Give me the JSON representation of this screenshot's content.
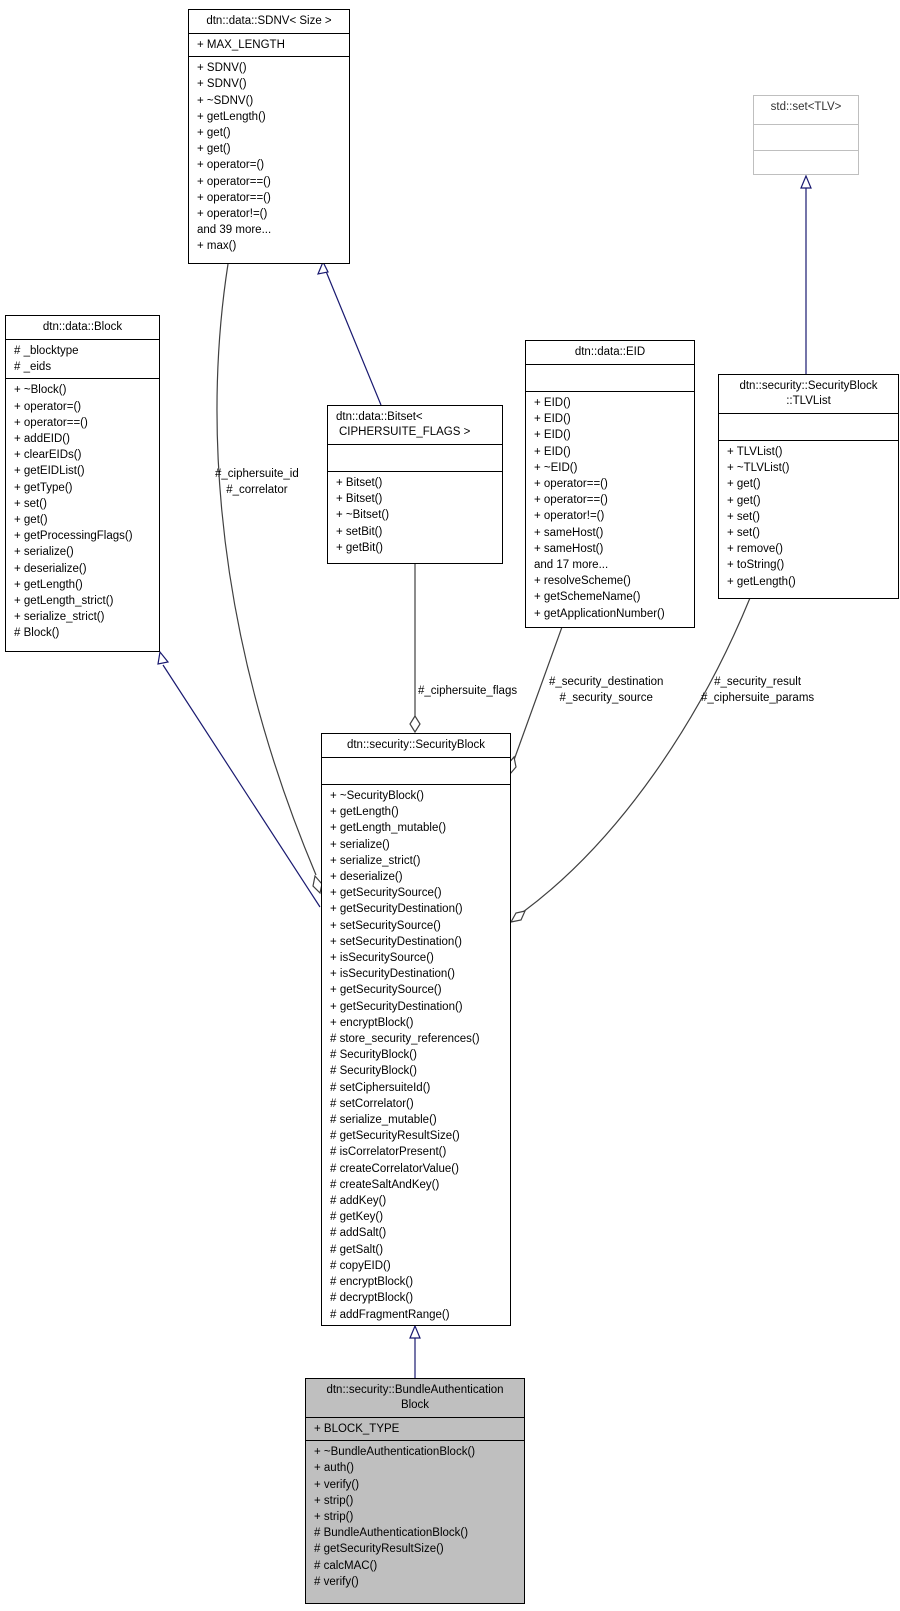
{
  "diagram": {
    "type": "uml-class-inheritance-collaboration",
    "colors": {
      "inheritance_edge": "#191970",
      "usage_edge": "#404040",
      "highlight_fill": "#bfbfbf",
      "external_border": "#bfbfbf"
    },
    "classes": {
      "sdnv": {
        "title": [
          "dtn::data::SDNV< Size >"
        ],
        "attributes": [
          "+ MAX_LENGTH"
        ],
        "methods": [
          "+ SDNV()",
          "+ SDNV()",
          "+ ~SDNV()",
          "+ getLength()",
          "+ get()",
          "+ get()",
          "+ operator=()",
          "+ operator==()",
          "+ operator==()",
          "+ operator!=()",
          "and 39 more...",
          "+ max()"
        ]
      },
      "stdset": {
        "title": [
          "std::set<TLV>"
        ],
        "attributes": [],
        "methods": []
      },
      "block": {
        "title": [
          "dtn::data::Block"
        ],
        "attributes": [
          "# _blocktype",
          "# _eids"
        ],
        "methods": [
          "+ ~Block()",
          "+ operator=()",
          "+ operator==()",
          "+ addEID()",
          "+ clearEIDs()",
          "+ getEIDList()",
          "+ getType()",
          "+ set()",
          "+ get()",
          "+ getProcessingFlags()",
          "+ serialize()",
          "+ deserialize()",
          "+ getLength()",
          "+ getLength_strict()",
          "+ serialize_strict()",
          "# Block()"
        ]
      },
      "bitset": {
        "title": [
          "dtn::data::Bitset<",
          "CIPHERSUITE_FLAGS >"
        ],
        "attributes": [],
        "methods": [
          "+ Bitset()",
          "+ Bitset()",
          "+ ~Bitset()",
          "+ setBit()",
          "+ getBit()"
        ]
      },
      "eid": {
        "title": [
          "dtn::data::EID"
        ],
        "attributes": [],
        "methods": [
          "+ EID()",
          "+ EID()",
          "+ EID()",
          "+ EID()",
          "+ ~EID()",
          "+ operator==()",
          "+ operator==()",
          "+ operator!=()",
          "+ sameHost()",
          "+ sameHost()",
          "and 17 more...",
          "+ resolveScheme()",
          "+ getSchemeName()",
          "+ getApplicationNumber()"
        ]
      },
      "tlvlist": {
        "title": [
          "dtn::security::SecurityBlock",
          "::TLVList"
        ],
        "attributes": [],
        "methods": [
          "+ TLVList()",
          "+ ~TLVList()",
          "+ get()",
          "+ get()",
          "+ set()",
          "+ set()",
          "+ remove()",
          "+ toString()",
          "+ getLength()"
        ]
      },
      "secblock": {
        "title": [
          "dtn::security::SecurityBlock"
        ],
        "attributes": [],
        "methods": [
          "+ ~SecurityBlock()",
          "+ getLength()",
          "+ getLength_mutable()",
          "+ serialize()",
          "+ serialize_strict()",
          "+ deserialize()",
          "+ getSecuritySource()",
          "+ getSecurityDestination()",
          "+ setSecuritySource()",
          "+ setSecurityDestination()",
          "+ isSecuritySource()",
          "+ isSecurityDestination()",
          "+ getSecuritySource()",
          "+ getSecurityDestination()",
          "+ encryptBlock()",
          "# store_security_references()",
          "# SecurityBlock()",
          "# SecurityBlock()",
          "# setCiphersuiteId()",
          "# setCorrelator()",
          "# serialize_mutable()",
          "# getSecurityResultSize()",
          "# isCorrelatorPresent()",
          "# createCorrelatorValue()",
          "# createSaltAndKey()",
          "# addKey()",
          "# getKey()",
          "# addSalt()",
          "# getSalt()",
          "# copyEID()",
          "# encryptBlock()",
          "# decryptBlock()",
          "# addFragmentRange()"
        ]
      },
      "bab": {
        "title": [
          "dtn::security::BundleAuthentication",
          "Block"
        ],
        "attributes": [
          "+ BLOCK_TYPE"
        ],
        "methods": [
          "+ ~BundleAuthenticationBlock()",
          "+ auth()",
          "+ verify()",
          "+ strip()",
          "+ strip()",
          "# BundleAuthenticationBlock()",
          "# getSecurityResultSize()",
          "# calcMAC()",
          "# verify()"
        ]
      }
    },
    "edge_labels": {
      "sdnv_to_secblock": [
        "#_ciphersuite_id",
        "#_correlator"
      ],
      "bitset_to_secblock": [
        "#_ciphersuite_flags"
      ],
      "eid_to_secblock": [
        "#_security_destination",
        "#_security_source"
      ],
      "tlvlist_to_secblock": [
        "#_security_result",
        "#_ciphersuite_params"
      ]
    }
  }
}
